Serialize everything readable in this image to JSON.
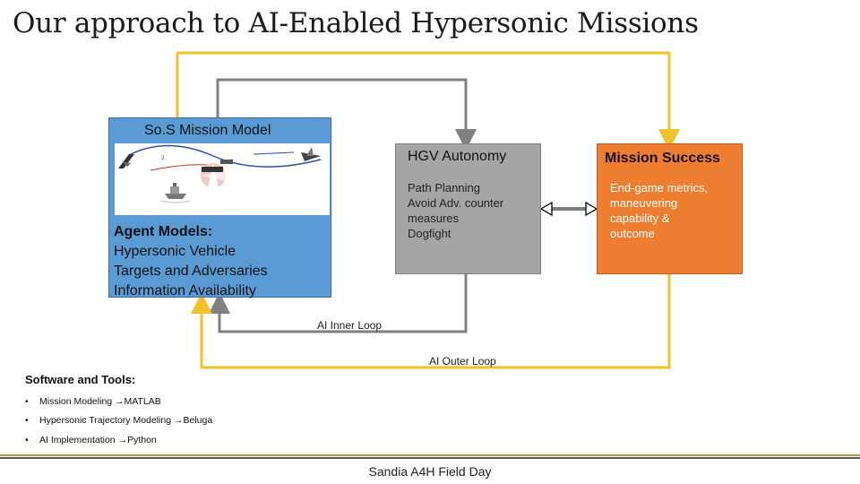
{
  "title": "Our approach to AI-Enabled Hypersonic Missions",
  "sos": {
    "title": "So.S Mission Model",
    "agent_header": "Agent Models:",
    "agents": [
      "Hypersonic Vehicle",
      "Targets and Adversaries",
      "Information Availability"
    ]
  },
  "hgv": {
    "title": "HGV Autonomy",
    "items": [
      "Path Planning",
      "Avoid Adv. counter",
      "measures",
      "Dogfight"
    ]
  },
  "mission": {
    "title": "Mission Success",
    "items": [
      "End-game metrics,",
      "maneuvering",
      "capability &",
      "outcome"
    ]
  },
  "loops": {
    "inner": "AI Inner Loop",
    "outer": "AI Outer Loop"
  },
  "tools": {
    "title": "Software and Tools:",
    "items": [
      {
        "label": "Mission Modeling",
        "tool": "MATLAB"
      },
      {
        "label": "Hypersonic Trajectory Modeling",
        "tool": "Beluga"
      },
      {
        "label": "AI Implementation",
        "tool": "Python"
      }
    ]
  },
  "footer": "Sandia A4H Field Day",
  "colors": {
    "sos_box": "#5b9bd5",
    "hgv_box": "#a5a5a5",
    "mission_box": "#ed7d31",
    "outer_loop": "#f2c12e",
    "inner_loop": "#808080"
  }
}
